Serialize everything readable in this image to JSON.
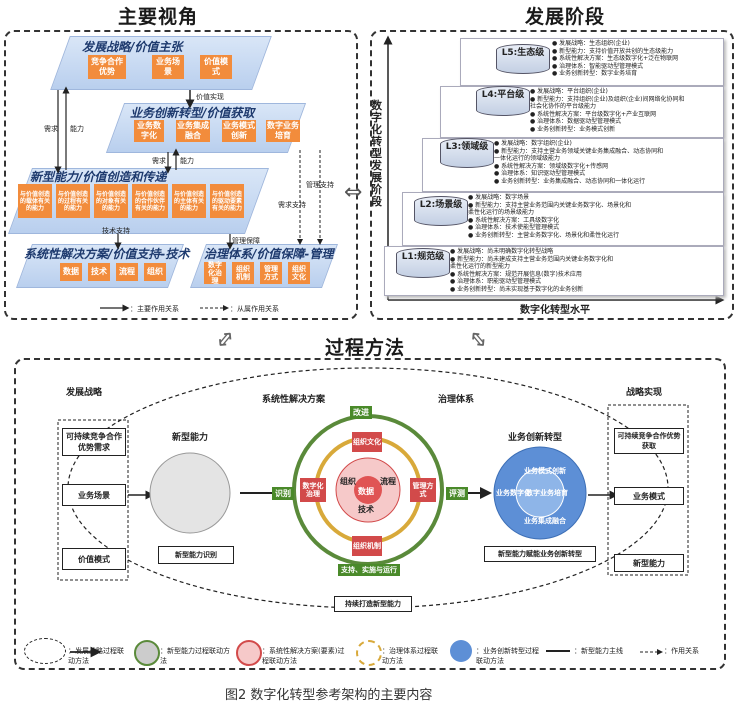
{
  "titles": {
    "main_view": "主要视角",
    "dev_stage": "发展阶段",
    "process": "过程方法",
    "caption": "图2    数字化转型参考架构的主要内容"
  },
  "main_view": {
    "plane1": {
      "title": "发展战略/价值主张",
      "items": [
        "竞争合作优势",
        "业务场景",
        "价值模式"
      ]
    },
    "plane2": {
      "title": "业务创新转型/价值获取",
      "items": [
        "业务数字化",
        "业务集成融合",
        "业务模式创新",
        "数字业务培育"
      ]
    },
    "plane3": {
      "title": "新型能力/价值创造和传递",
      "items": [
        "与价值创造的载体有关的能力",
        "与价值创造的过程有关的能力",
        "与价值创造的对象有关的能力",
        "与价值创造的合作伙伴有关的能力",
        "与价值创造的主体有关的能力",
        "与价值创造的驱动要素有关的能力"
      ]
    },
    "plane4": {
      "title": "系统性解决方案/价值支持-技术",
      "items": [
        "数据",
        "技术",
        "流程",
        "组织"
      ]
    },
    "plane5": {
      "title": "治理体系/价值保障-管理",
      "items": [
        "数字化治理",
        "组织机制",
        "管理方式",
        "组织文化"
      ]
    },
    "arrows": {
      "value_realize": "价值实现",
      "need": "需求",
      "capability": "能力",
      "tech_support": "技术支持",
      "mgmt_guarantee": "管理保障",
      "need_support": "需求支持",
      "mgmt_support": "管理支持"
    },
    "legend": {
      "main": "：主要作用关系",
      "sub": "：从属作用关系"
    }
  },
  "dev_stage": {
    "y_axis": "数字化转型发展阶段",
    "x_axis": "数字化转型水平",
    "stages": [
      {
        "name": "L5:生态级",
        "lines": [
          "● 发展战略：生态组织(企业)",
          "● 新型能力：支持价值开放共创的生态级能力",
          "● 系统性解决方案：生态级数字化+泛在物联网",
          "● 治理体系：智能驱动型管理模式",
          "● 业务创新转型：数字业务培育"
        ]
      },
      {
        "name": "L4:平台级",
        "lines": [
          "● 发展战略：平台组织(企业)",
          "● 新型能力：支持组织(企业)及组织(企业)间网络化协同和",
          "   社会化协作的平台级能力",
          "● 系统性解决方案：平台级数字化+产业互联网",
          "● 治理体系：数据驱动型管理模式",
          "● 业务创新转型：业务模式创新"
        ]
      },
      {
        "name": "L3:领域级",
        "lines": [
          "● 发展战略：数字组织(企业)",
          "● 新型能力：支持主营业务领域关键业务集成融合、动态协同和",
          "   一体化运行的领域级能力",
          "● 系统性解决方案：领域级数字化+传感网",
          "● 治理体系：知识驱动型管理模式",
          "● 业务创新转型：业务集成融合、动态协同和一体化运行"
        ]
      },
      {
        "name": "L2:场景级",
        "lines": [
          "● 发展战略：数字场景",
          "● 新型能力：支持主营业务范围内关键业务数字化、场景化和",
          "   柔性化运行的场景级能力",
          "● 系统性解决方案：工具级数字化",
          "● 治理体系：技术使能型管理模式",
          "● 业务创新转型：主营业务数字化、场景化和柔性化运行"
        ]
      },
      {
        "name": "L1:规范级",
        "lines": [
          "● 发展战略：尚未明确数字化转型战略",
          "● 新型能力：尚未建成支持主营业务范围内关键业务数字化和",
          "   柔性化运行的新型能力",
          "● 系统性解决方案：规范开展信息(数字)技术应用",
          "● 治理体系：职能驱动型管理模式",
          "● 业务创新转型：尚未实现基于数字化的业务创新"
        ]
      }
    ]
  },
  "process": {
    "left_title": "发展战略",
    "left_items": [
      "可持续竞争合作优势需求",
      "业务场景",
      "价值模式"
    ],
    "capability_title": "新型能力",
    "capability_caption": "新型能力识别",
    "solution_title": "系统性解决方案",
    "gov_title": "治理体系",
    "center_items": {
      "improve": "改进",
      "culture": "组织文化",
      "digital_gov": "数字化治理",
      "mgmt": "管理方式",
      "org_mech": "组织机制",
      "org": "组织",
      "process": "流程",
      "data": "数据",
      "tech": "技术",
      "support": "支持、实施与运行"
    },
    "identify": "识别",
    "evaluate": "评测",
    "bottom_caption": "持续打造新型能力",
    "biz_title": "业务创新转型",
    "biz_items": {
      "b1": "业务模式创新",
      "b2": "业务数字化",
      "b3": "数字业务培育",
      "b4": "业务集成融合"
    },
    "biz_caption": "新型能力赋能业务创新转型",
    "right_title": "战略实现",
    "right_items": [
      "可持续竞争合作优势获取",
      "业务模式",
      "新型能力"
    ],
    "legend": [
      "：发展战略过程联动方法",
      "：新型能力过程联动方法",
      "：系统性解决方案(要素)过程联动方法",
      "：治理体系过程联动方法",
      "：业务创新转型过程联动方法",
      "：新型能力主线",
      "：作用关系"
    ]
  },
  "colors": {
    "orange": "#f28c3c",
    "blue": "#c8d8f0",
    "green": "#4a8a2a",
    "gold": "#d8a93a",
    "red": "#d24a4a"
  }
}
